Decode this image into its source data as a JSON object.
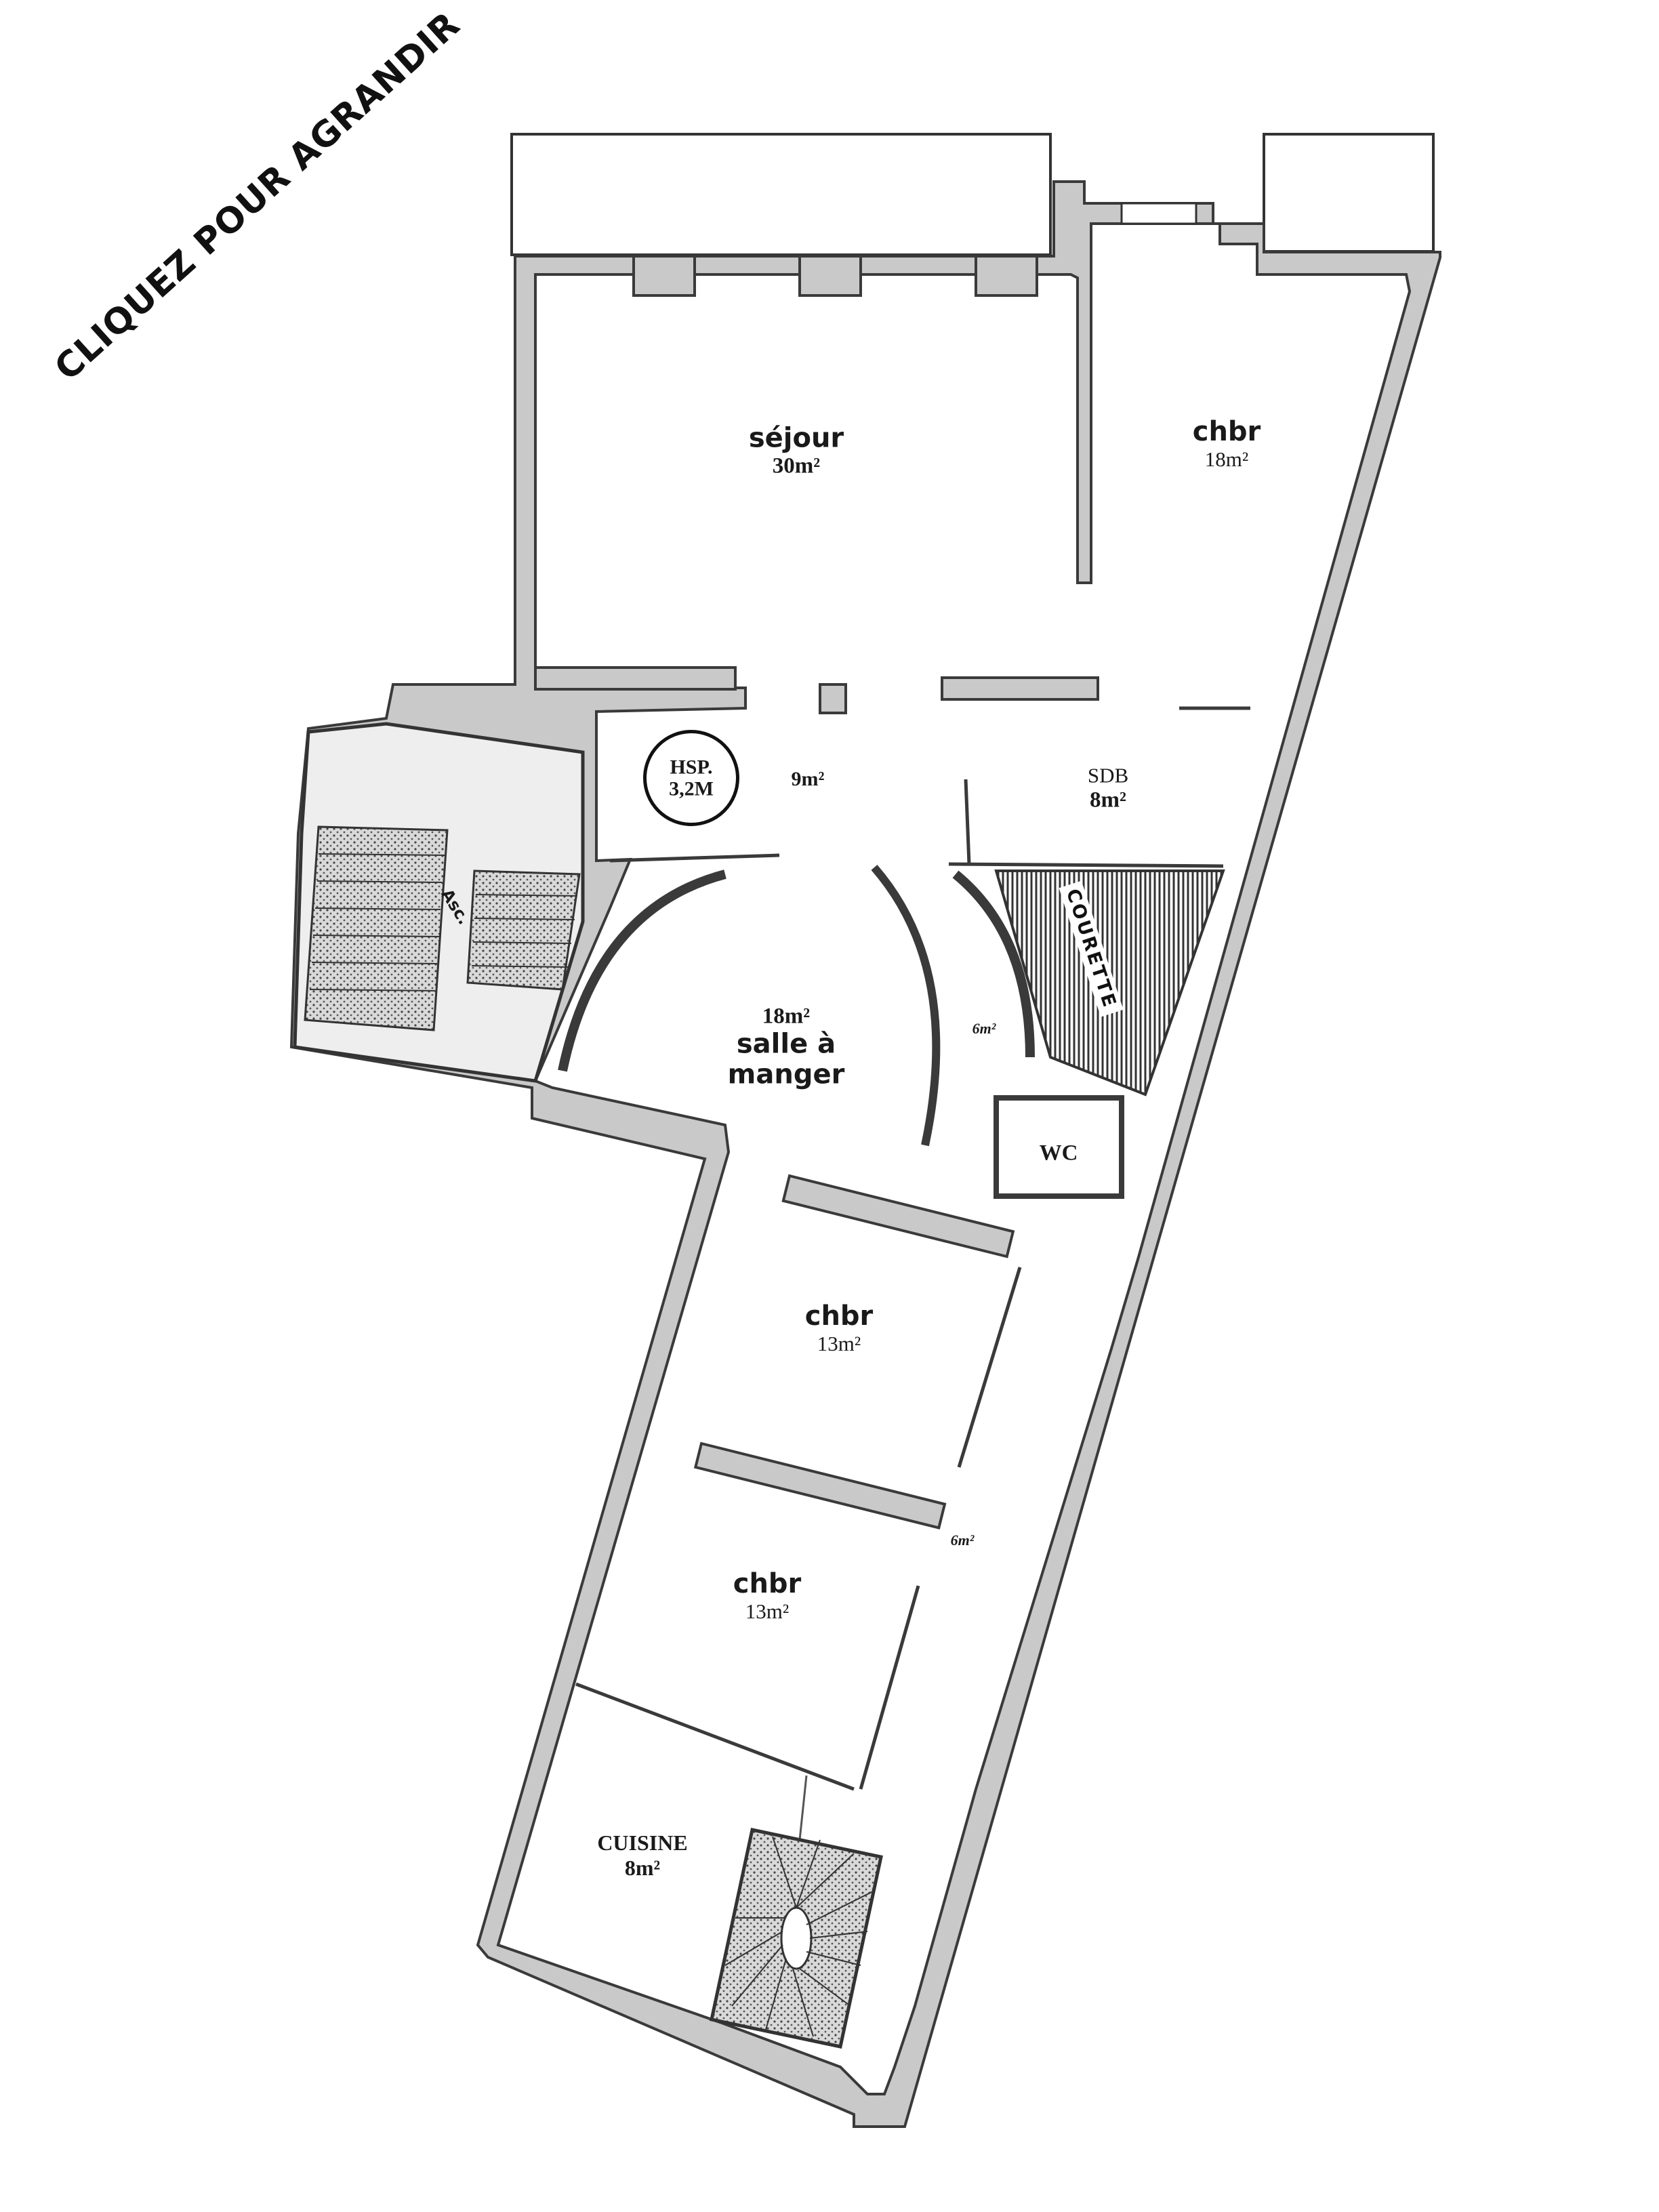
{
  "banner": {
    "text": "CLIQUEZ POUR AGRANDIR"
  },
  "rooms": {
    "sejour": {
      "name": "séjour",
      "area": "30m²"
    },
    "chbr_top": {
      "name": "chbr",
      "area": "18m²"
    },
    "entree": {
      "area": "9m²"
    },
    "hsp": {
      "line1": "HSP.",
      "line2": "3,2M"
    },
    "sdb": {
      "name": "SDB",
      "area": "8m²"
    },
    "courette": {
      "name": "COURETTE"
    },
    "salle_a_manger": {
      "area": "18m²",
      "line1": "salle à",
      "line2": "manger"
    },
    "corridor_upper": {
      "area": "6m²"
    },
    "wc": {
      "name": "WC"
    },
    "chbr_mid": {
      "name": "chbr",
      "area": "13m²"
    },
    "corridor_lower": {
      "area": "6m²"
    },
    "chbr_low": {
      "name": "chbr",
      "area": "13m²"
    },
    "cuisine": {
      "name": "CUISINE",
      "area": "8m²"
    }
  },
  "stair_label": "Asc."
}
